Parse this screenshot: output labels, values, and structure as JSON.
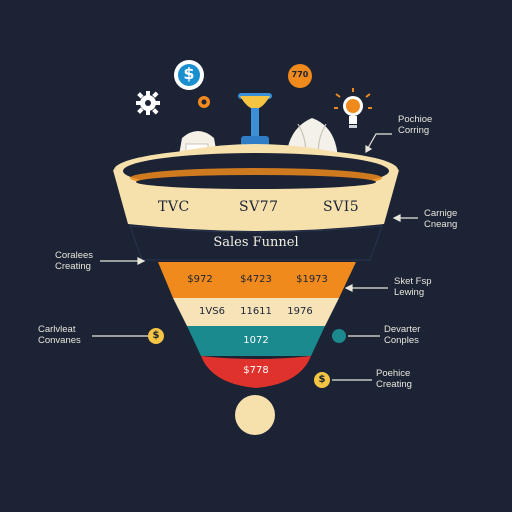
{
  "funnel": {
    "title": "Sales Funnel",
    "rim_values": [
      "TVC",
      "SV77",
      "SVI5"
    ],
    "stages": [
      {
        "values": [
          "$972",
          "$4723",
          "$1973"
        ],
        "color": "#f08a1c",
        "text_color": "#1b2335"
      },
      {
        "values": [
          "1VS6",
          "11611",
          "1976"
        ],
        "color": "#f6e4b8",
        "text_color": "#1b2335"
      },
      {
        "values": [
          "",
          "1072",
          ""
        ],
        "color": "#1a8a8e",
        "text_color": "#ffffff"
      },
      {
        "values": [
          "",
          "$778",
          ""
        ],
        "color": "#e0322c",
        "text_color": "#ffffff"
      }
    ]
  },
  "top_icons": {
    "dollar_coin": "$",
    "badge": "770",
    "colors": {
      "coin": "#1a8fcf",
      "badge": "#f08a1c",
      "bulb": "#f08a1c",
      "robot": "#3a8fd6"
    }
  },
  "labels": {
    "left": [
      {
        "line1": "Coralees",
        "line2": "Creating"
      },
      {
        "line1": "Carlvleat",
        "line2": "Convanes"
      }
    ],
    "right": [
      {
        "line1": "Pochioe",
        "line2": "Corring"
      },
      {
        "line1": "Carnige",
        "line2": "Cneang"
      },
      {
        "line1": "Sket Fsp",
        "line2": "Lewing"
      },
      {
        "line1": "Devarter",
        "line2": "Conples"
      },
      {
        "line1": "Poehice",
        "line2": "Creating"
      }
    ]
  },
  "markers": {
    "left_coin": "$",
    "right_coin": "$"
  }
}
